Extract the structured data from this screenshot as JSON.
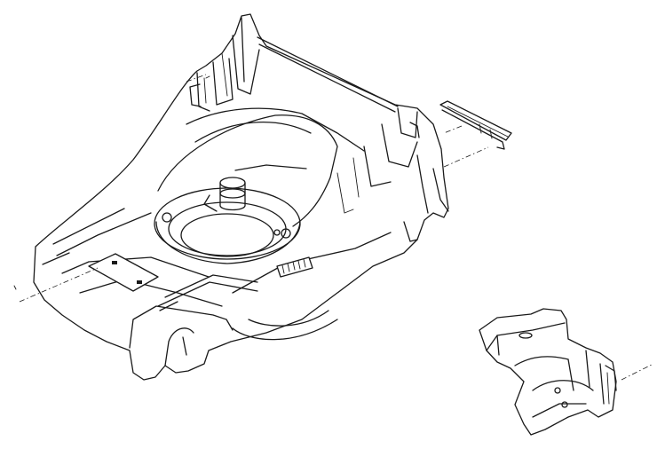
{
  "figure": {
    "parts": [
      {
        "name": "mower-deck-housing"
      },
      {
        "name": "rear-flap-bracket"
      },
      {
        "name": "discharge-chute-insert"
      }
    ]
  }
}
